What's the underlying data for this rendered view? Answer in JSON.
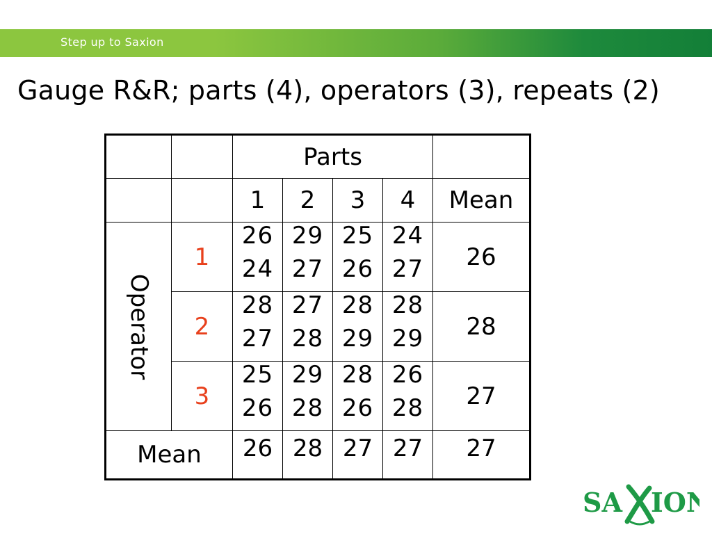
{
  "header": {
    "banner_text": "Step up to Saxion"
  },
  "slide": {
    "title": "Gauge R&R; parts (4), operators (3), repeats (2)"
  },
  "table": {
    "parts_header": "Parts",
    "parts": [
      "1",
      "2",
      "3",
      "4"
    ],
    "mean_header": "Mean",
    "operator_label": "Operator",
    "operators": [
      {
        "number": "1",
        "cells": [
          [
            "26",
            "24"
          ],
          [
            "29",
            "27"
          ],
          [
            "25",
            "26"
          ],
          [
            "24",
            "27"
          ]
        ],
        "mean": "26"
      },
      {
        "number": "2",
        "cells": [
          [
            "28",
            "27"
          ],
          [
            "27",
            "28"
          ],
          [
            "28",
            "29"
          ],
          [
            "28",
            "29"
          ]
        ],
        "mean": "28"
      },
      {
        "number": "3",
        "cells": [
          [
            "25",
            "26"
          ],
          [
            "29",
            "28"
          ],
          [
            "28",
            "26"
          ],
          [
            "26",
            "28"
          ]
        ],
        "mean": "27"
      }
    ],
    "mean_row": {
      "label": "Mean",
      "part_means": [
        "26",
        "28",
        "27",
        "27"
      ],
      "grand_mean": "27"
    }
  },
  "logo": {
    "text_sa": "SA",
    "text_ion": "ION",
    "color": "#1e9a46"
  },
  "colors": {
    "banner_light": "#8cc63f",
    "banner_dark": "#137f38",
    "operator_number": "#e8401c"
  }
}
